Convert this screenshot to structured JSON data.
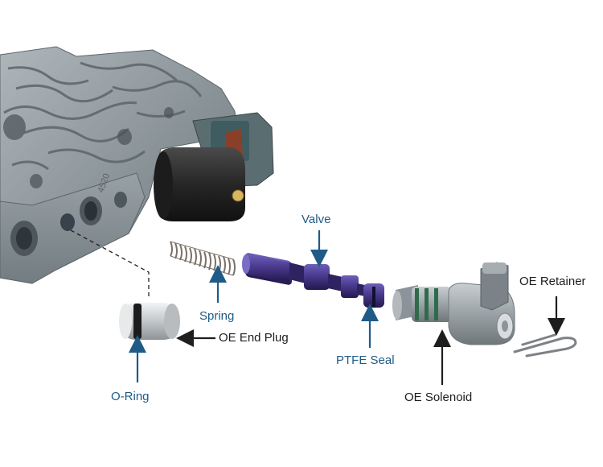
{
  "labels": {
    "valve": "Valve",
    "spring": "Spring",
    "oe_end_plug": "OE End Plug",
    "o_ring": "O-Ring",
    "ptfe_seal": "PTFE Seal",
    "oe_solenoid": "OE Solenoid",
    "oe_retainer": "OE Retainer"
  },
  "colors": {
    "callout_blue": "#1f5b86",
    "callout_black": "#1e1e1e",
    "valve_purple": "#4b3a8c",
    "valve_body_gray": "#8a9296",
    "solenoid_dark": "#2b2b2b",
    "plug_silver": "#c9ccce"
  },
  "casting_text": "4520"
}
